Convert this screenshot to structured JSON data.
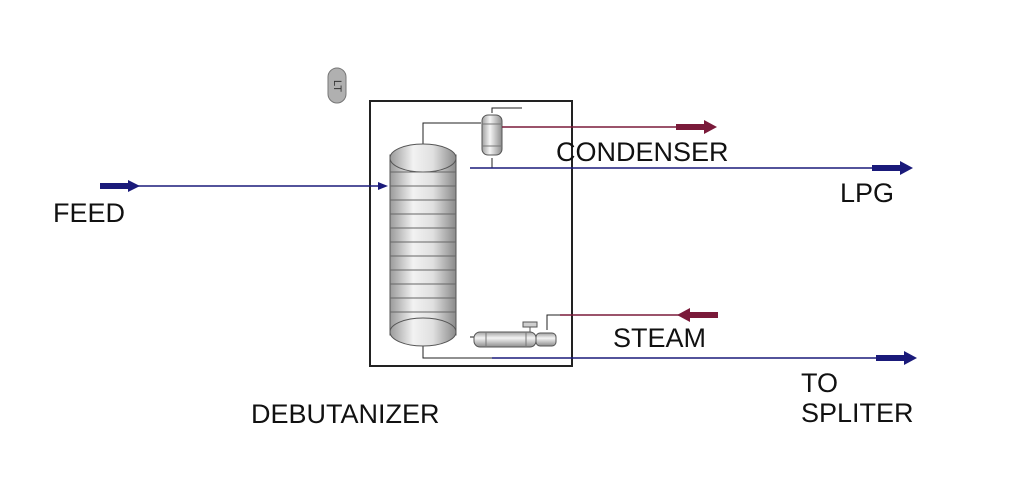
{
  "diagram": {
    "labels": {
      "feed": "FEED",
      "condenser": "CONDENSER",
      "lpg": "LPG",
      "steam": "STEAM",
      "to_spliter_line1": "TO",
      "to_spliter_line2": "SPLITER",
      "unit": "DEBUTANIZER"
    },
    "tag": {
      "text": "LT"
    },
    "colors": {
      "process_stream": "#1a1a7a",
      "utility_stream": "#7a1a3a",
      "outline": "#222222",
      "vessel_fill": "#d9d9d9",
      "tag_fill": "#b0b0b0"
    }
  }
}
